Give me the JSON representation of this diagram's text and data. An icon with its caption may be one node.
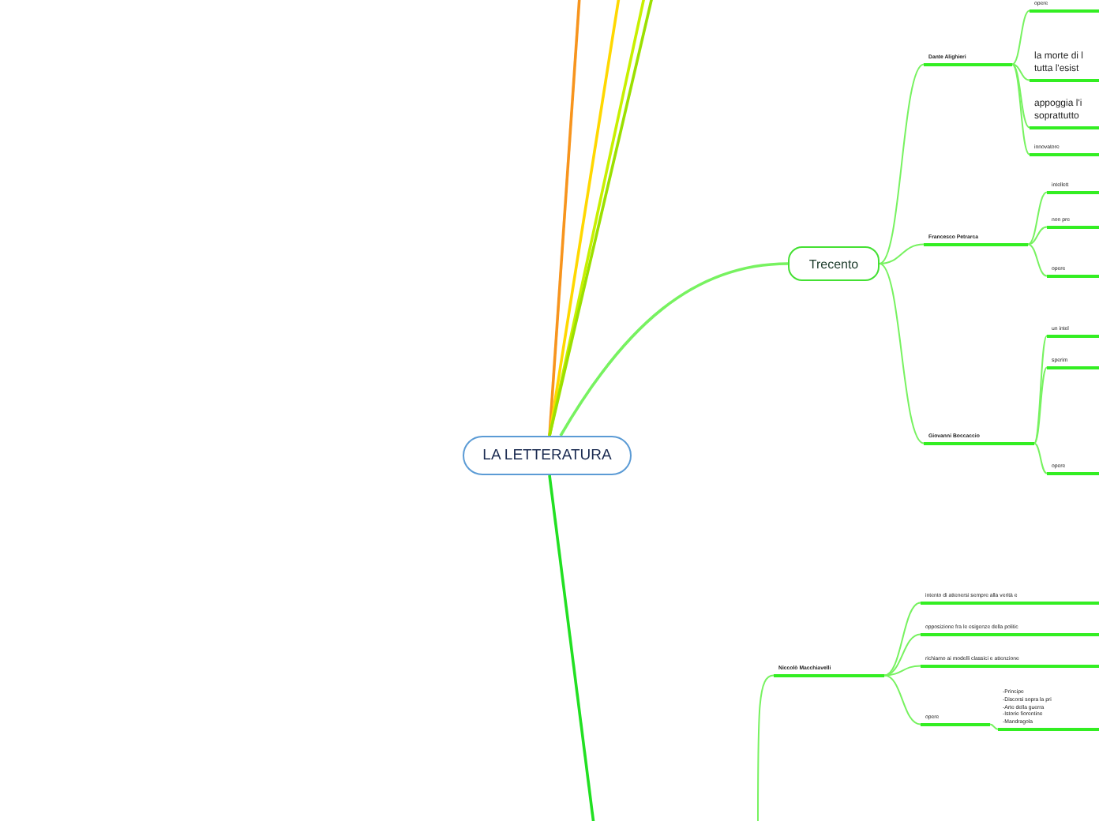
{
  "diagram": {
    "nodes": [
      {
        "text": [
          "LA LETTERATURA"
        ]
      },
      {
        "text": [
          "Trecento"
        ]
      },
      {
        "text": [
          "Dante Alighieri"
        ]
      },
      {
        "text": [
          "opere"
        ]
      },
      {
        "text": [
          "la morte di l tutta l'esist"
        ]
      },
      {
        "text": [
          "appoggia l'i soprattutto"
        ]
      },
      {
        "text": [
          "innovatore"
        ]
      },
      {
        "text": [
          "Francesco Petrarca"
        ]
      },
      {
        "text": [
          "intellett"
        ]
      },
      {
        "text": [
          "non pre"
        ]
      },
      {
        "text": [
          "opere"
        ]
      },
      {
        "text": [
          "Giovanni Boccaccio"
        ]
      },
      {
        "text": [
          "un intel"
        ]
      },
      {
        "text": [
          "sperim"
        ]
      },
      {
        "text": [
          "opere"
        ]
      },
      {
        "text": [
          "Niccolò Macchiavelli"
        ]
      },
      {
        "text": [
          "intento di attenersi sempre alla verità e"
        ]
      },
      {
        "text": [
          "opposizione fra le esigenze della politic"
        ]
      },
      {
        "text": [
          "richiamo ai modelli classici e attenzione"
        ]
      },
      {
        "text": [
          "opere"
        ]
      },
      {
        "text": [
          "-Principe -Discorsi sopra la pri -Arte della guerra -Istorie fiorentine -Mandragola"
        ]
      }
    ],
    "edges": [
      {
        "from": 0,
        "to": 1,
        "arrow": "none"
      },
      {
        "from": 1,
        "to": 2,
        "arrow": "none"
      },
      {
        "from": 1,
        "to": 7,
        "arrow": "none"
      },
      {
        "from": 1,
        "to": 11,
        "arrow": "none"
      },
      {
        "from": 2,
        "to": 3,
        "arrow": "none"
      },
      {
        "from": 2,
        "to": 4,
        "arrow": "none"
      },
      {
        "from": 2,
        "to": 5,
        "arrow": "none"
      },
      {
        "from": 2,
        "to": 6,
        "arrow": "none"
      },
      {
        "from": 7,
        "to": 8,
        "arrow": "none"
      },
      {
        "from": 7,
        "to": 9,
        "arrow": "none"
      },
      {
        "from": 7,
        "to": 10,
        "arrow": "none"
      },
      {
        "from": 11,
        "to": 12,
        "arrow": "none"
      },
      {
        "from": 11,
        "to": 13,
        "arrow": "none"
      },
      {
        "from": 11,
        "to": 14,
        "arrow": "none"
      },
      {
        "from": 15,
        "to": 16,
        "arrow": "none"
      },
      {
        "from": 15,
        "to": 17,
        "arrow": "none"
      },
      {
        "from": 15,
        "to": 18,
        "arrow": "none"
      },
      {
        "from": 15,
        "to": 19,
        "arrow": "none"
      },
      {
        "from": 19,
        "to": 20,
        "arrow": "none"
      },
      {
        "from": 0,
        "to": null,
        "arrow": "none",
        "color": "#f7941d"
      },
      {
        "from": 0,
        "to": null,
        "arrow": "none",
        "color": "#ffd800"
      },
      {
        "from": 0,
        "to": null,
        "arrow": "none",
        "color": "#c8f000"
      },
      {
        "from": 0,
        "to": null,
        "arrow": "none",
        "color": "#9be000"
      },
      {
        "from": 0,
        "to": null,
        "arrow": "none",
        "color": "#22e022"
      },
      {
        "from": null,
        "to": 15,
        "arrow": "none"
      }
    ]
  }
}
